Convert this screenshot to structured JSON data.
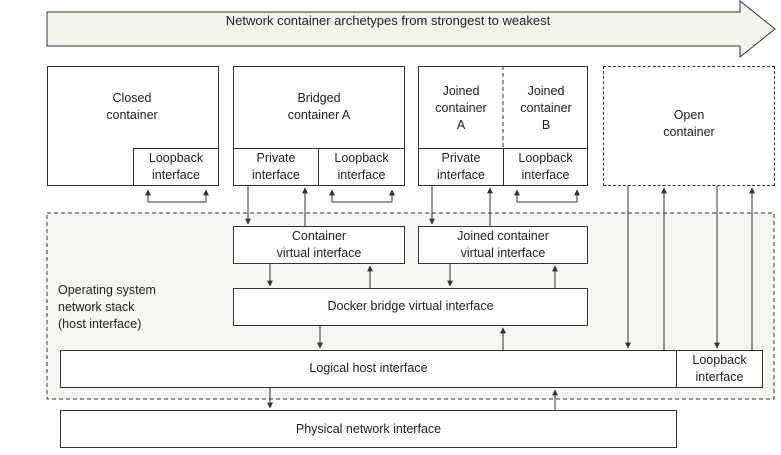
{
  "banner": "Network container archetypes from strongest to weakest",
  "closed": {
    "title": "Closed\ncontainer",
    "loopback": "Loopback\ninterface"
  },
  "bridged": {
    "title": "Bridged\ncontainer A",
    "private": "Private\ninterface",
    "loopback": "Loopback\ninterface"
  },
  "joined": {
    "a": "Joined\ncontainer\nA",
    "b": "Joined\ncontainer\nB",
    "private": "Private\ninterface",
    "loopback": "Loopback\ninterface"
  },
  "open": {
    "title": "Open\ncontainer"
  },
  "host": {
    "label": "Operating system\nnetwork stack\n(host interface)",
    "container_virtual": "Container\nvirtual interface",
    "joined_virtual": "Joined container\nvirtual interface",
    "docker_bridge": "Docker bridge virtual interface",
    "logical": "Logical host interface",
    "loopback": "Loopback\ninterface"
  },
  "physical": "Physical network interface",
  "colors": {
    "banner_fill": "#f3f4ec",
    "host_fill": "#f6f6f2",
    "stroke": "#333333"
  }
}
